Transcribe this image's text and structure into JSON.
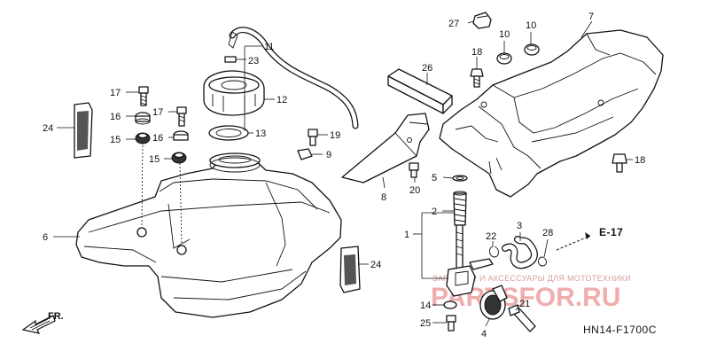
{
  "diagram": {
    "code": "HN14-F1700C",
    "ref": "E-17",
    "direction": "FR.",
    "callouts": {
      "c1": "1",
      "c2": "2",
      "c3": "3",
      "c4": "4",
      "c5": "5",
      "c6": "6",
      "c7": "7",
      "c8": "8",
      "c9": "9",
      "c10a": "10",
      "c10b": "10",
      "c11": "11",
      "c12": "12",
      "c13": "13",
      "c14": "14",
      "c15a": "15",
      "c15b": "15",
      "c16a": "16",
      "c16b": "16",
      "c17a": "17",
      "c17b": "17",
      "c18a": "18",
      "c18b": "18",
      "c19": "19",
      "c20": "20",
      "c21": "21",
      "c22": "22",
      "c23": "23",
      "c24a": "24",
      "c24b": "24",
      "c25": "25",
      "c26": "26",
      "c27": "27",
      "c28": "28"
    }
  },
  "watermark": {
    "tagline": "ЗАПЧАСТИ И АКСЕССУАРЫ ДЛЯ МОТОТЕХНИКИ",
    "brand": "PARTSFOR.RU"
  }
}
